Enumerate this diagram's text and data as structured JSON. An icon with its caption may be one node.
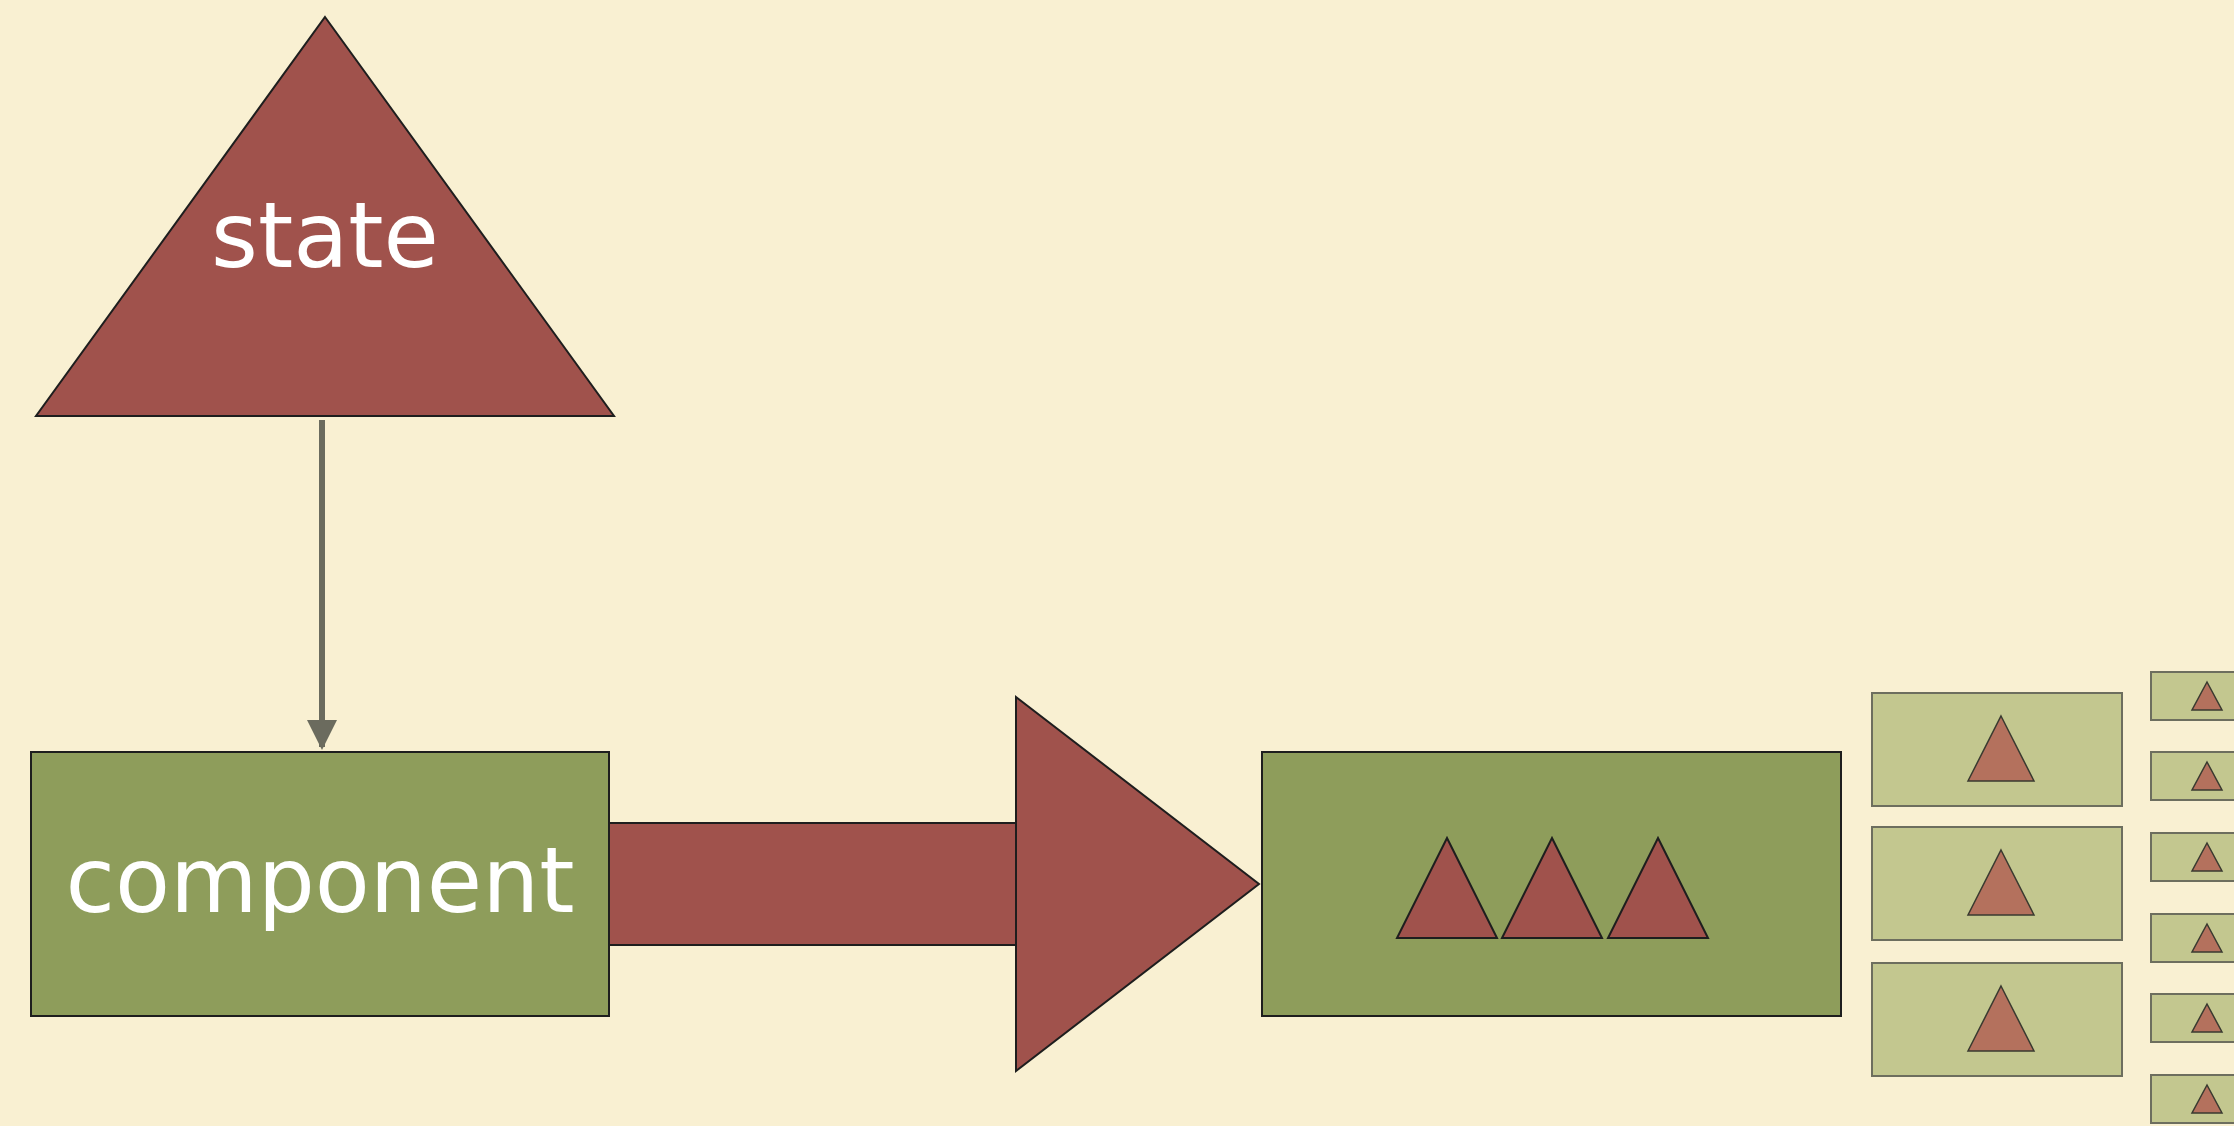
{
  "diagram": {
    "nodes": [
      {
        "text": [
          "state"
        ]
      },
      {
        "text": [
          "component"
        ]
      },
      {
        "text": [],
        "shape": "box"
      },
      {
        "text": [],
        "shape": "triangle",
        "in": 2
      },
      {
        "text": [],
        "shape": "triangle",
        "in": 2
      },
      {
        "text": [],
        "shape": "triangle",
        "in": 2
      },
      {
        "text": [],
        "shape": "box"
      },
      {
        "text": [],
        "shape": "triangle",
        "in": 6
      },
      {
        "text": [],
        "shape": "box"
      },
      {
        "text": [],
        "shape": "triangle",
        "in": 8
      },
      {
        "text": [],
        "shape": "box"
      },
      {
        "text": [],
        "shape": "triangle",
        "in": 10
      },
      {
        "text": [],
        "shape": "box"
      },
      {
        "text": [],
        "shape": "triangle",
        "in": 12
      },
      {
        "text": [],
        "shape": "box"
      },
      {
        "text": [],
        "shape": "triangle",
        "in": 14
      },
      {
        "text": [],
        "shape": "box"
      },
      {
        "text": [],
        "shape": "triangle",
        "in": 16
      },
      {
        "text": [],
        "shape": "box"
      },
      {
        "text": [],
        "shape": "triangle",
        "in": 18
      },
      {
        "text": [],
        "shape": "box"
      },
      {
        "text": [],
        "shape": "triangle",
        "in": 20
      },
      {
        "text": [],
        "shape": "box"
      },
      {
        "text": [],
        "shape": "triangle",
        "in": 22
      }
    ],
    "edges": [
      {
        "from": 0,
        "to": 1,
        "arrow": "to"
      },
      {
        "from": 1,
        "to": 2,
        "arrow": "to",
        "style": "thick",
        "color": "#a0524c"
      }
    ]
  }
}
